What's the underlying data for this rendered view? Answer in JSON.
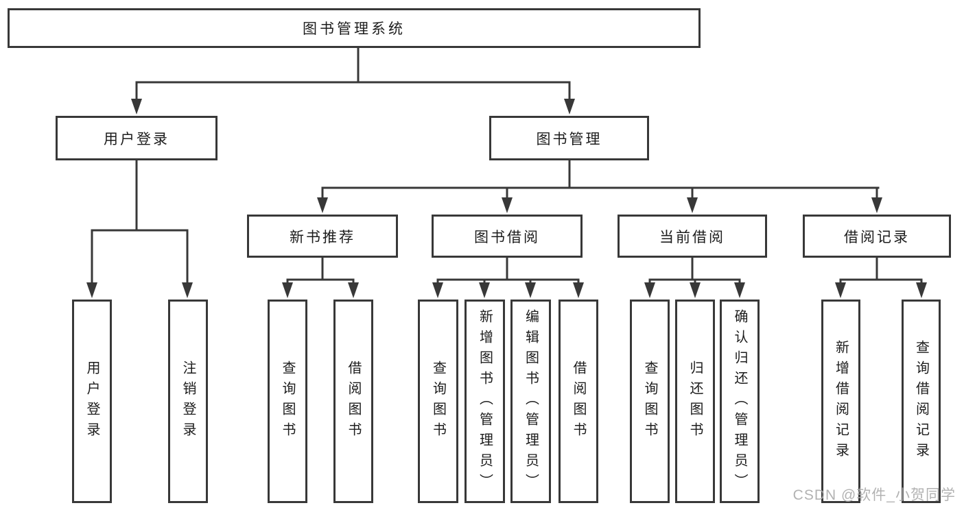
{
  "diagram": {
    "type": "hierarchy",
    "root": "图书管理系统",
    "branches": [
      {
        "label": "用户登录",
        "children": [
          "用户登录",
          "注销登录"
        ]
      },
      {
        "label": "图书管理",
        "modules": [
          {
            "label": "新书推荐",
            "children": [
              "查询图书",
              "借阅图书"
            ]
          },
          {
            "label": "图书借阅",
            "children": [
              "查询图书",
              "新增图书（管理员）",
              "编辑图书（管理员）",
              "借阅图书"
            ]
          },
          {
            "label": "当前借阅",
            "children": [
              "查询图书",
              "归还图书",
              "确认归还（管理员）"
            ]
          },
          {
            "label": "借阅记录",
            "children": [
              "新增借阅记录",
              "查询借阅记录"
            ]
          }
        ]
      }
    ]
  },
  "watermark": "CSDN @软件_小贺同学",
  "colors": {
    "line": "#383838",
    "box_border": "#383838",
    "box_fill": "#ffffff",
    "text": "#1c1c1c",
    "watermark": "#ababab",
    "background": "#ffffff"
  }
}
